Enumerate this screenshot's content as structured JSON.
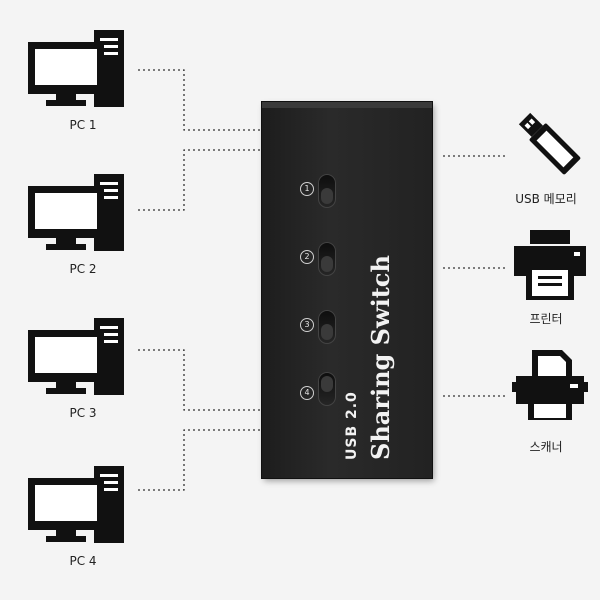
{
  "pcs": [
    {
      "label": "PC 1"
    },
    {
      "label": "PC 2"
    },
    {
      "label": "PC 3"
    },
    {
      "label": "PC 4"
    }
  ],
  "switch": {
    "ports": [
      "1",
      "2",
      "3",
      "4"
    ],
    "brand_line1": "USB 2.0",
    "brand_line2": "Sharing Switch"
  },
  "devices": [
    {
      "label": "USB 메모리",
      "icon": "usb-drive-icon"
    },
    {
      "label": "프린터",
      "icon": "printer-icon"
    },
    {
      "label": "스캐너",
      "icon": "scanner-icon"
    }
  ],
  "colors": {
    "background": "#f4f4f4",
    "icon": "#111111",
    "switch_body": "#222222",
    "wire": "#333333"
  }
}
